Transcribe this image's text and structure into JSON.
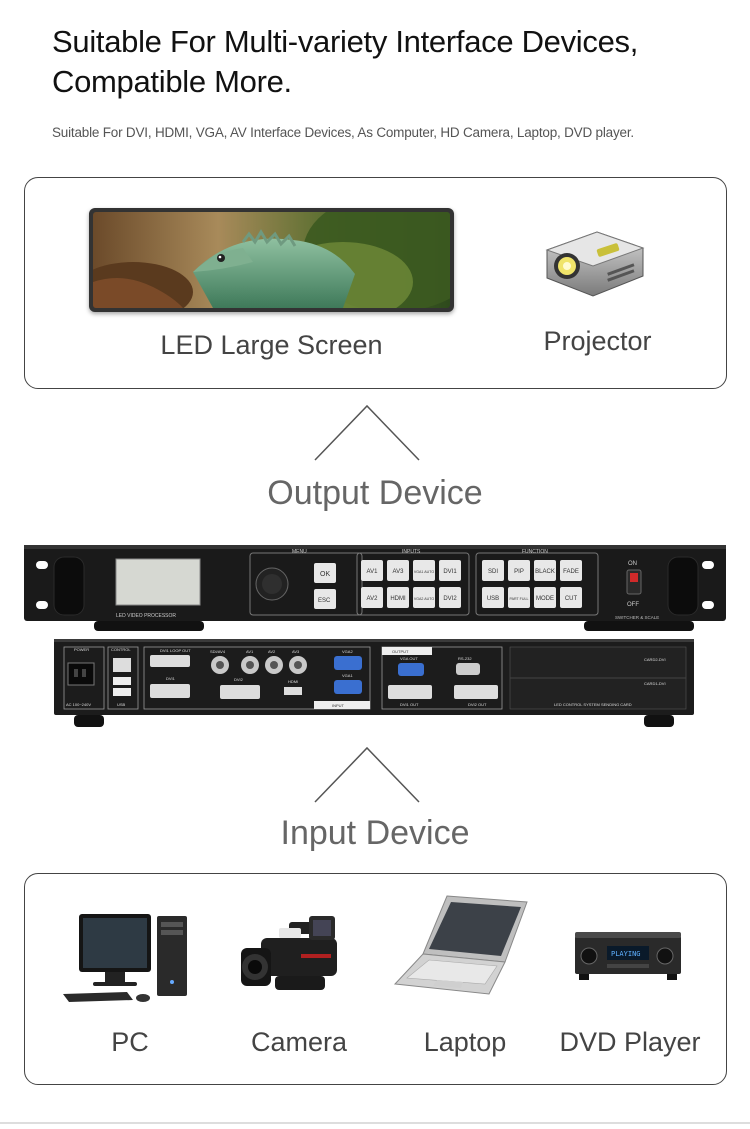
{
  "header": {
    "title_line1": "Suitable For Multi-variety Interface Devices,",
    "title_line2": "Compatible More.",
    "subtitle": "Suitable For DVI, HDMI, VGA, AV Interface Devices, As Computer, HD Camera, Laptop, DVD player."
  },
  "output_devices": {
    "led_label": "LED Large Screen",
    "projector_label": "Projector"
  },
  "output_section_label": "Output Device",
  "input_section_label": "Input Device",
  "processor": {
    "lcd_label": "LED VIDEO PROCESSOR",
    "menu_title": "MENU",
    "menu_buttons": [
      "OK",
      "ESC"
    ],
    "inputs_title": "INPUTS",
    "input_buttons": [
      "AV1",
      "AV3",
      "VGA1 AUTO",
      "DVI1",
      "AV2",
      "HDMI",
      "VGA2 AUTO",
      "DVI2"
    ],
    "function_title": "FUNCTION",
    "function_buttons": [
      "SDI",
      "PIP",
      "BLACK",
      "FADE",
      "USB",
      "PART FULL",
      "MODE",
      "CUT"
    ],
    "switch_on": "ON",
    "switch_off": "OFF",
    "switch_caption": "SWITCHER & SCALE",
    "rear_labels": {
      "power": "POWER",
      "control": "CONTROL",
      "usb": "USB",
      "ac": "AC 100~240V",
      "dvi1_loop": "DVI1 LOOP OUT",
      "dvi1": "DVI1",
      "dvi2": "DVI2",
      "hdmi": "HDMI",
      "sdi_av": "SDI/AV4",
      "av1": "AV1",
      "av2": "AV2",
      "av3": "AV3",
      "vga2": "VGA2",
      "vga1": "VGA1",
      "input": "INPUT",
      "output": "OUTPUT",
      "vga_out": "VGA OUT",
      "rs232": "RS-232",
      "dvi1_out": "DVI1 OUT",
      "dvi2_out": "DVI2 OUT",
      "card2": "CARD2-DVI",
      "card1": "CARD1-DVI",
      "sending_card": "LED CONTROL SYSTEM SENDING CARD"
    }
  },
  "input_devices": {
    "pc_label": "PC",
    "camera_label": "Camera",
    "laptop_label": "Laptop",
    "dvd_label": "DVD Player",
    "dvd_display": "PLAYING"
  }
}
